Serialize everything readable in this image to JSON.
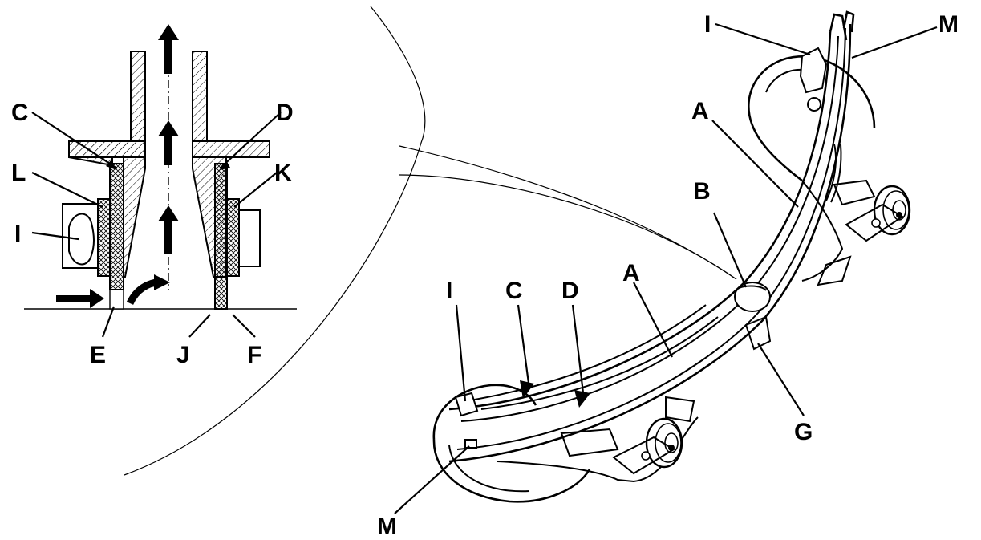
{
  "figure": {
    "labels": {
      "C_left": "C",
      "D_left": "D",
      "L": "L",
      "K": "K",
      "I_left": "I",
      "E": "E",
      "J": "J",
      "F": "F",
      "I_top": "I",
      "M_top": "M",
      "A_top": "A",
      "B": "B",
      "I_bottom": "I",
      "C_right": "C",
      "D_right": "D",
      "A_bottom": "A",
      "G": "G",
      "M_bottom": "M"
    }
  }
}
